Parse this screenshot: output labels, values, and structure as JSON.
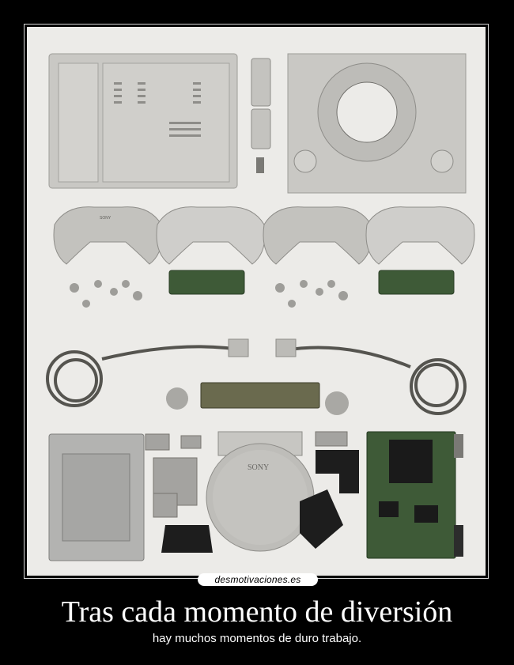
{
  "poster": {
    "watermark": "desmotivaciones.es",
    "title": "Tras cada momento de diversión",
    "subtitle": "hay muchos momentos de duro trabajo."
  },
  "photo": {
    "logo_text": "SONY",
    "controller_label": "SONY",
    "colors": {
      "background": "#000000",
      "photo_background": "#ecebe8",
      "plastic": "#c9c8c4",
      "pcb": "#3e5a37",
      "metal": "#b3b3b1"
    }
  }
}
